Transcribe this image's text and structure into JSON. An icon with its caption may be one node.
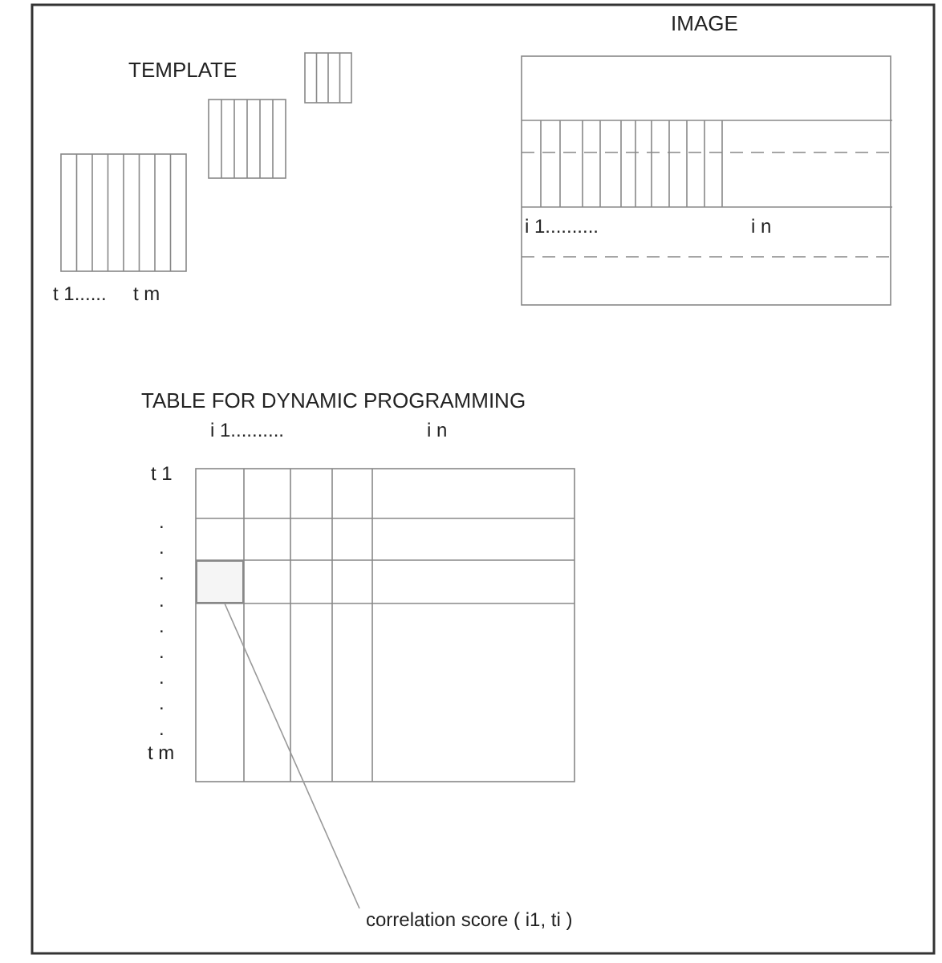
{
  "diagram": {
    "nodes": [
      {
        "text": [
          "correlation score ( i1, ti )"
        ]
      },
      {
        "text": [],
        "shape": "box"
      }
    ],
    "edges": [
      {
        "from": 0,
        "to": 1,
        "arrow": "none"
      }
    ],
    "labels": [
      "TEMPLATE",
      "t 1......",
      "t m",
      "IMAGE",
      "i 1..........",
      "i n",
      "TABLE FOR DYNAMIC PROGRAMMING",
      "i 1..........",
      "i n",
      "t 1",
      ".",
      ".",
      ".",
      ".",
      ".",
      ".",
      ".",
      ".",
      ".",
      "t m"
    ]
  }
}
